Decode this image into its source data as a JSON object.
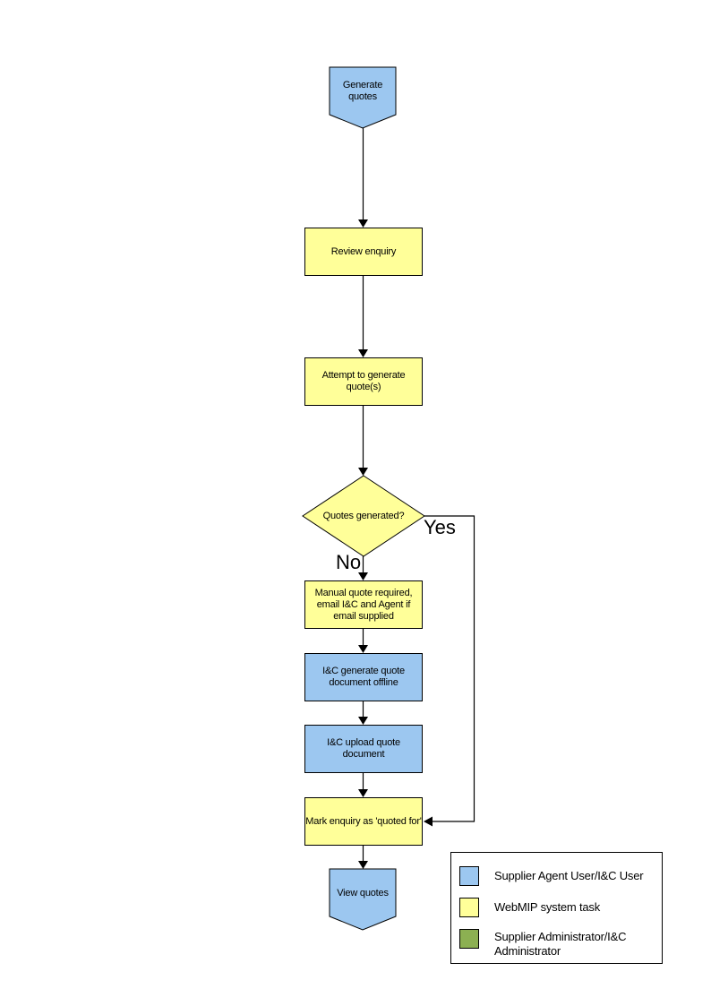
{
  "page": {
    "background": "#ffffff"
  },
  "colors": {
    "user_task_fill": "#9CC7F0",
    "system_task_fill": "#FFFF99",
    "admin_task_fill": "#8CB052",
    "shape_border": "#000000",
    "connector": "#000000"
  },
  "flowchart": {
    "nodes": {
      "start": {
        "shape": "pentagon-down",
        "role": "user_task",
        "label": "Generate quotes"
      },
      "review": {
        "shape": "process",
        "role": "system_task",
        "label": "Review enquiry"
      },
      "attempt": {
        "shape": "process",
        "role": "system_task",
        "label": "Attempt to generate quote(s)"
      },
      "decision": {
        "shape": "diamond",
        "role": "system_task",
        "label": "Quotes generated?"
      },
      "manual": {
        "shape": "process",
        "role": "system_task",
        "label": "Manual quote required, email I&C and Agent if email supplied"
      },
      "icgen": {
        "shape": "process",
        "role": "user_task",
        "label": "I&C generate quote document offline"
      },
      "icupload": {
        "shape": "process",
        "role": "user_task",
        "label": "I&C upload quote document"
      },
      "mark": {
        "shape": "process",
        "role": "system_task",
        "label": "Mark enquiry as 'quoted for'"
      },
      "end": {
        "shape": "pentagon-down",
        "role": "user_task",
        "label": "View quotes"
      }
    },
    "branch_labels": {
      "yes": "Yes",
      "no": "No"
    }
  },
  "legend": {
    "items": [
      {
        "swatch_color": "#9CC7F0",
        "label": "Supplier Agent User/I&C User"
      },
      {
        "swatch_color": "#FFFF99",
        "label": "WebMIP system task"
      },
      {
        "swatch_color": "#8CB052",
        "label": "Supplier Administrator/I&C Administrator"
      }
    ]
  }
}
